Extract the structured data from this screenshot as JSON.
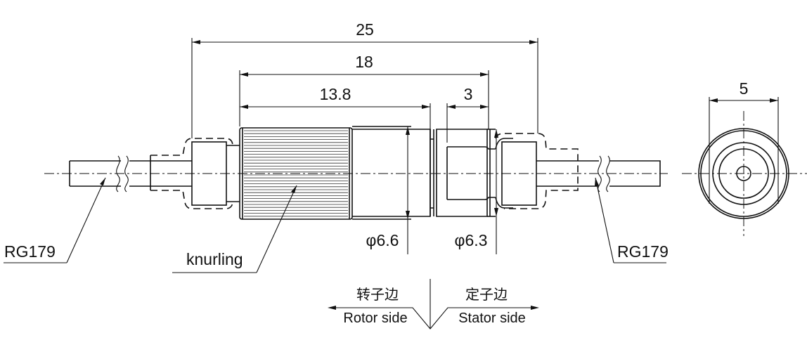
{
  "drawing": {
    "title": "Coaxial rotary joint outline",
    "dimensions": {
      "overall_length": "25",
      "body_length": "18",
      "knurl_length": "13.8",
      "stator_length": "3",
      "rotor_diameter": "φ6.6",
      "stator_diameter": "φ6.3",
      "end_view_width": "5"
    },
    "callouts": {
      "cable_left": "RG179",
      "cable_right": "RG179",
      "knurling": "knurling"
    },
    "sides": {
      "rotor_cn": "转子边",
      "rotor_en": "Rotor side",
      "stator_cn": "定子边",
      "stator_en": "Stator side"
    }
  }
}
